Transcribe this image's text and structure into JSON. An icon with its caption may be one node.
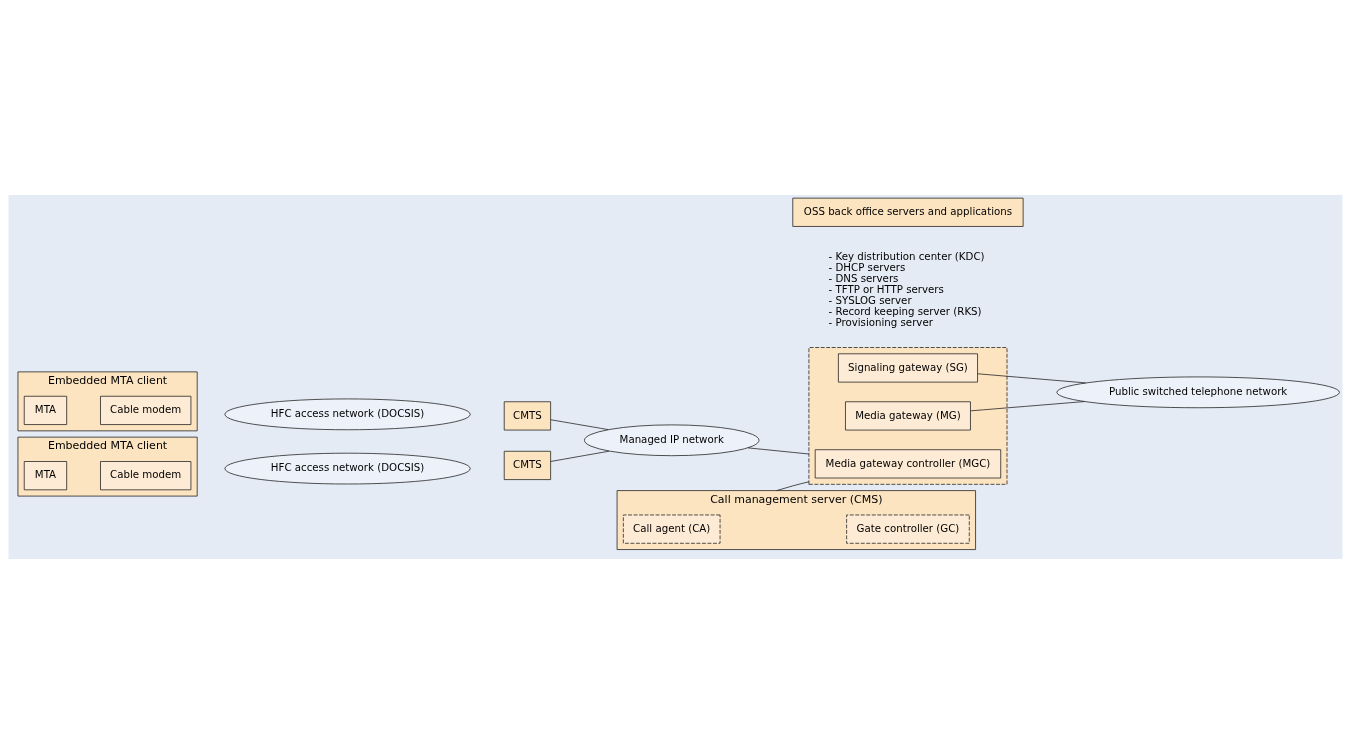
{
  "diagram": {
    "nodes": [
      {
        "text": [
          "Embedded MTA client"
        ]
      },
      {
        "text": [
          "MTA"
        ],
        "in": 0
      },
      {
        "text": [
          "Cable modem"
        ],
        "in": 0
      },
      {
        "text": [
          "HFC access network (DOCSIS)"
        ]
      },
      {
        "text": [
          "CMTS"
        ]
      },
      {
        "text": [
          "Embedded MTA client"
        ]
      },
      {
        "text": [
          "MTA"
        ],
        "in": 5
      },
      {
        "text": [
          "Cable modem"
        ],
        "in": 5
      },
      {
        "text": [
          "HFC access network (DOCSIS)"
        ]
      },
      {
        "text": [
          "CMTS"
        ]
      },
      {
        "text": [
          "Managed IP network"
        ]
      },
      {
        "text": [
          "Call management server (CMS)"
        ]
      },
      {
        "text": [
          "Call agent (CA)"
        ],
        "in": 11
      },
      {
        "text": [
          "Gate controller (GC)"
        ],
        "in": 11
      },
      {
        "text": [],
        "shape": "box"
      },
      {
        "text": [
          "Media gateway controller (MGC)"
        ],
        "in": 14
      },
      {
        "text": [
          "Media gateway (MG)"
        ],
        "in": 14
      },
      {
        "text": [
          "Signaling gateway (SG)"
        ],
        "in": 14
      },
      {
        "text": [
          "Public switched telephone network"
        ]
      },
      {
        "text": [
          "OSS back office servers and applications"
        ],
        "beside": [
          "- Key distribution center (KDC)",
          "- DHCP servers",
          "- DNS servers",
          "- TFTP or HTTP servers",
          "- SYSLOG server",
          "- Record keeping server (RKS)",
          "- Provisioning server"
        ]
      }
    ],
    "edges": [
      {
        "from": 4,
        "to": 10,
        "arrow": "none"
      },
      {
        "from": 9,
        "to": 10,
        "arrow": "none"
      },
      {
        "from": 11,
        "to": 14,
        "arrow": "none"
      },
      {
        "from": 10,
        "to": 14,
        "arrow": "none"
      },
      {
        "from": 16,
        "to": 18,
        "arrow": "none"
      },
      {
        "from": 17,
        "to": 18,
        "arrow": "none"
      }
    ]
  }
}
